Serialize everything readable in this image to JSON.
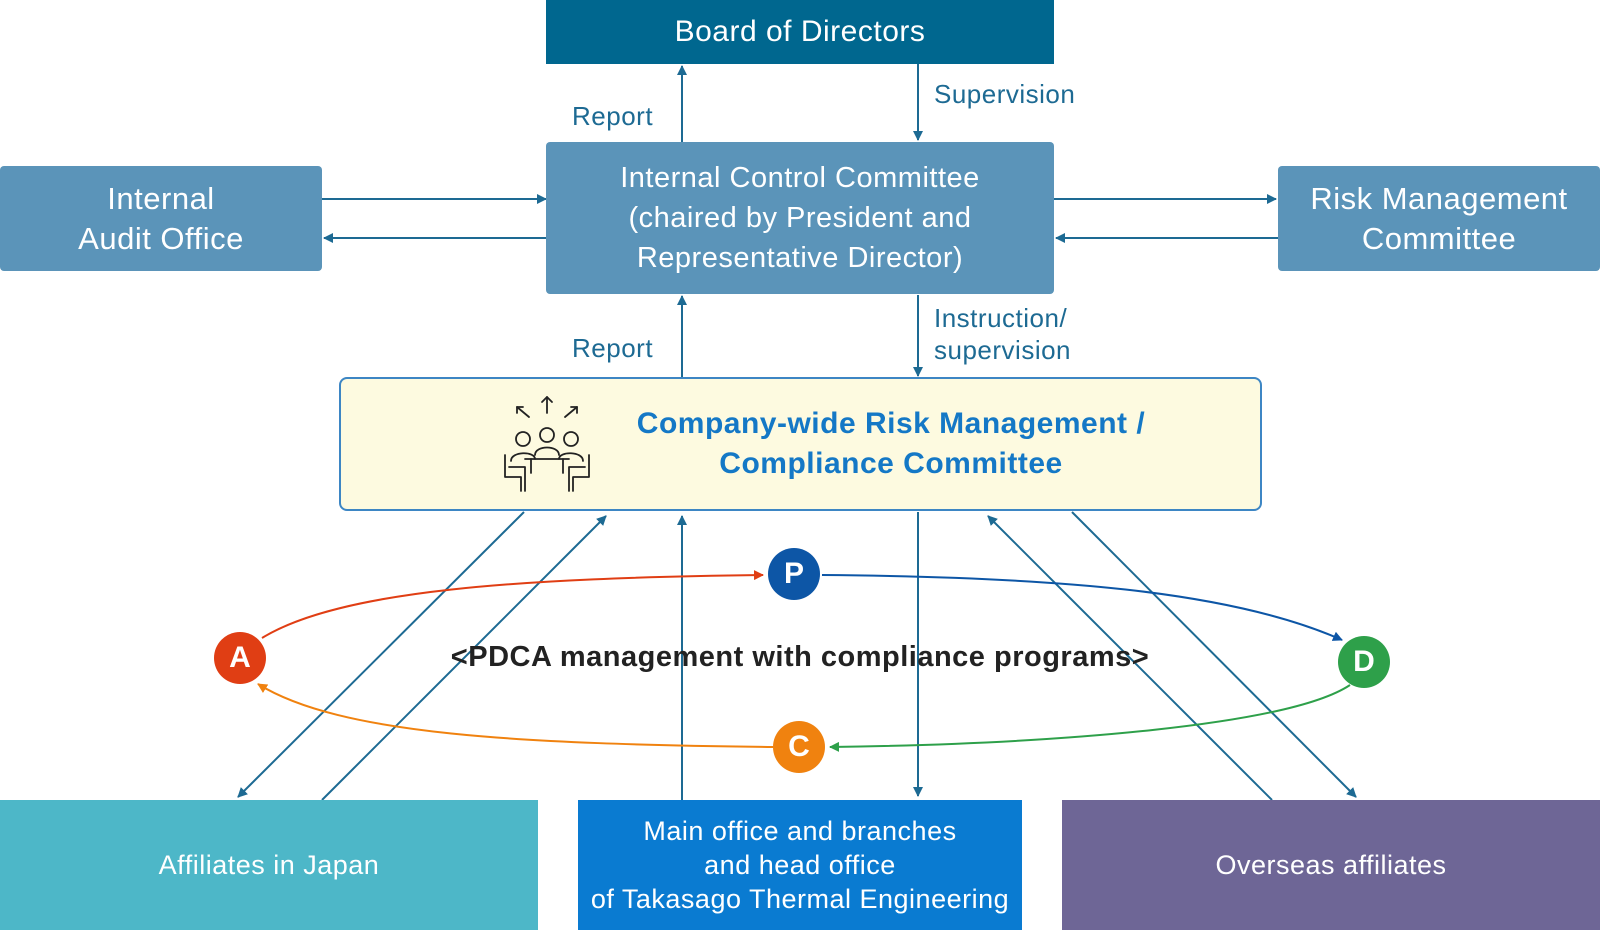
{
  "board": {
    "title": "Board of Directors"
  },
  "internal_control": {
    "lines": [
      "Internal Control Committee",
      "(chaired by President and",
      "Representative Director)"
    ]
  },
  "audit_office": {
    "lines": [
      "Internal",
      "Audit Office"
    ]
  },
  "risk_committee": {
    "lines": [
      "Risk Management",
      "Committee"
    ]
  },
  "company_committee": {
    "lines": [
      "Company-wide Risk Management /",
      "Compliance Committee"
    ]
  },
  "labels": {
    "report_top": "Report",
    "supervision": "Supervision",
    "report_mid": "Report",
    "instruction_line1": "Instruction/",
    "instruction_line2": "supervision"
  },
  "pdca": {
    "title": "<PDCA management with compliance programs>",
    "p": "P",
    "d": "D",
    "c": "C",
    "a": "A",
    "colors": {
      "p": "#0d56a6",
      "d": "#2ea04a",
      "c": "#f0820f",
      "a": "#e03e14"
    }
  },
  "bottom": {
    "japan": "Affiliates in Japan",
    "main_office": [
      "Main office and branches",
      "and head office",
      "of Takasago Thermal Engineering"
    ],
    "overseas": "Overseas affiliates"
  },
  "colors": {
    "board": "#00678f",
    "committee": "#5b94b9",
    "japan": "#4db7c8",
    "main_office": "#0a7bd1",
    "overseas": "#6e6696",
    "highlight_bg": "#fdfae0"
  }
}
